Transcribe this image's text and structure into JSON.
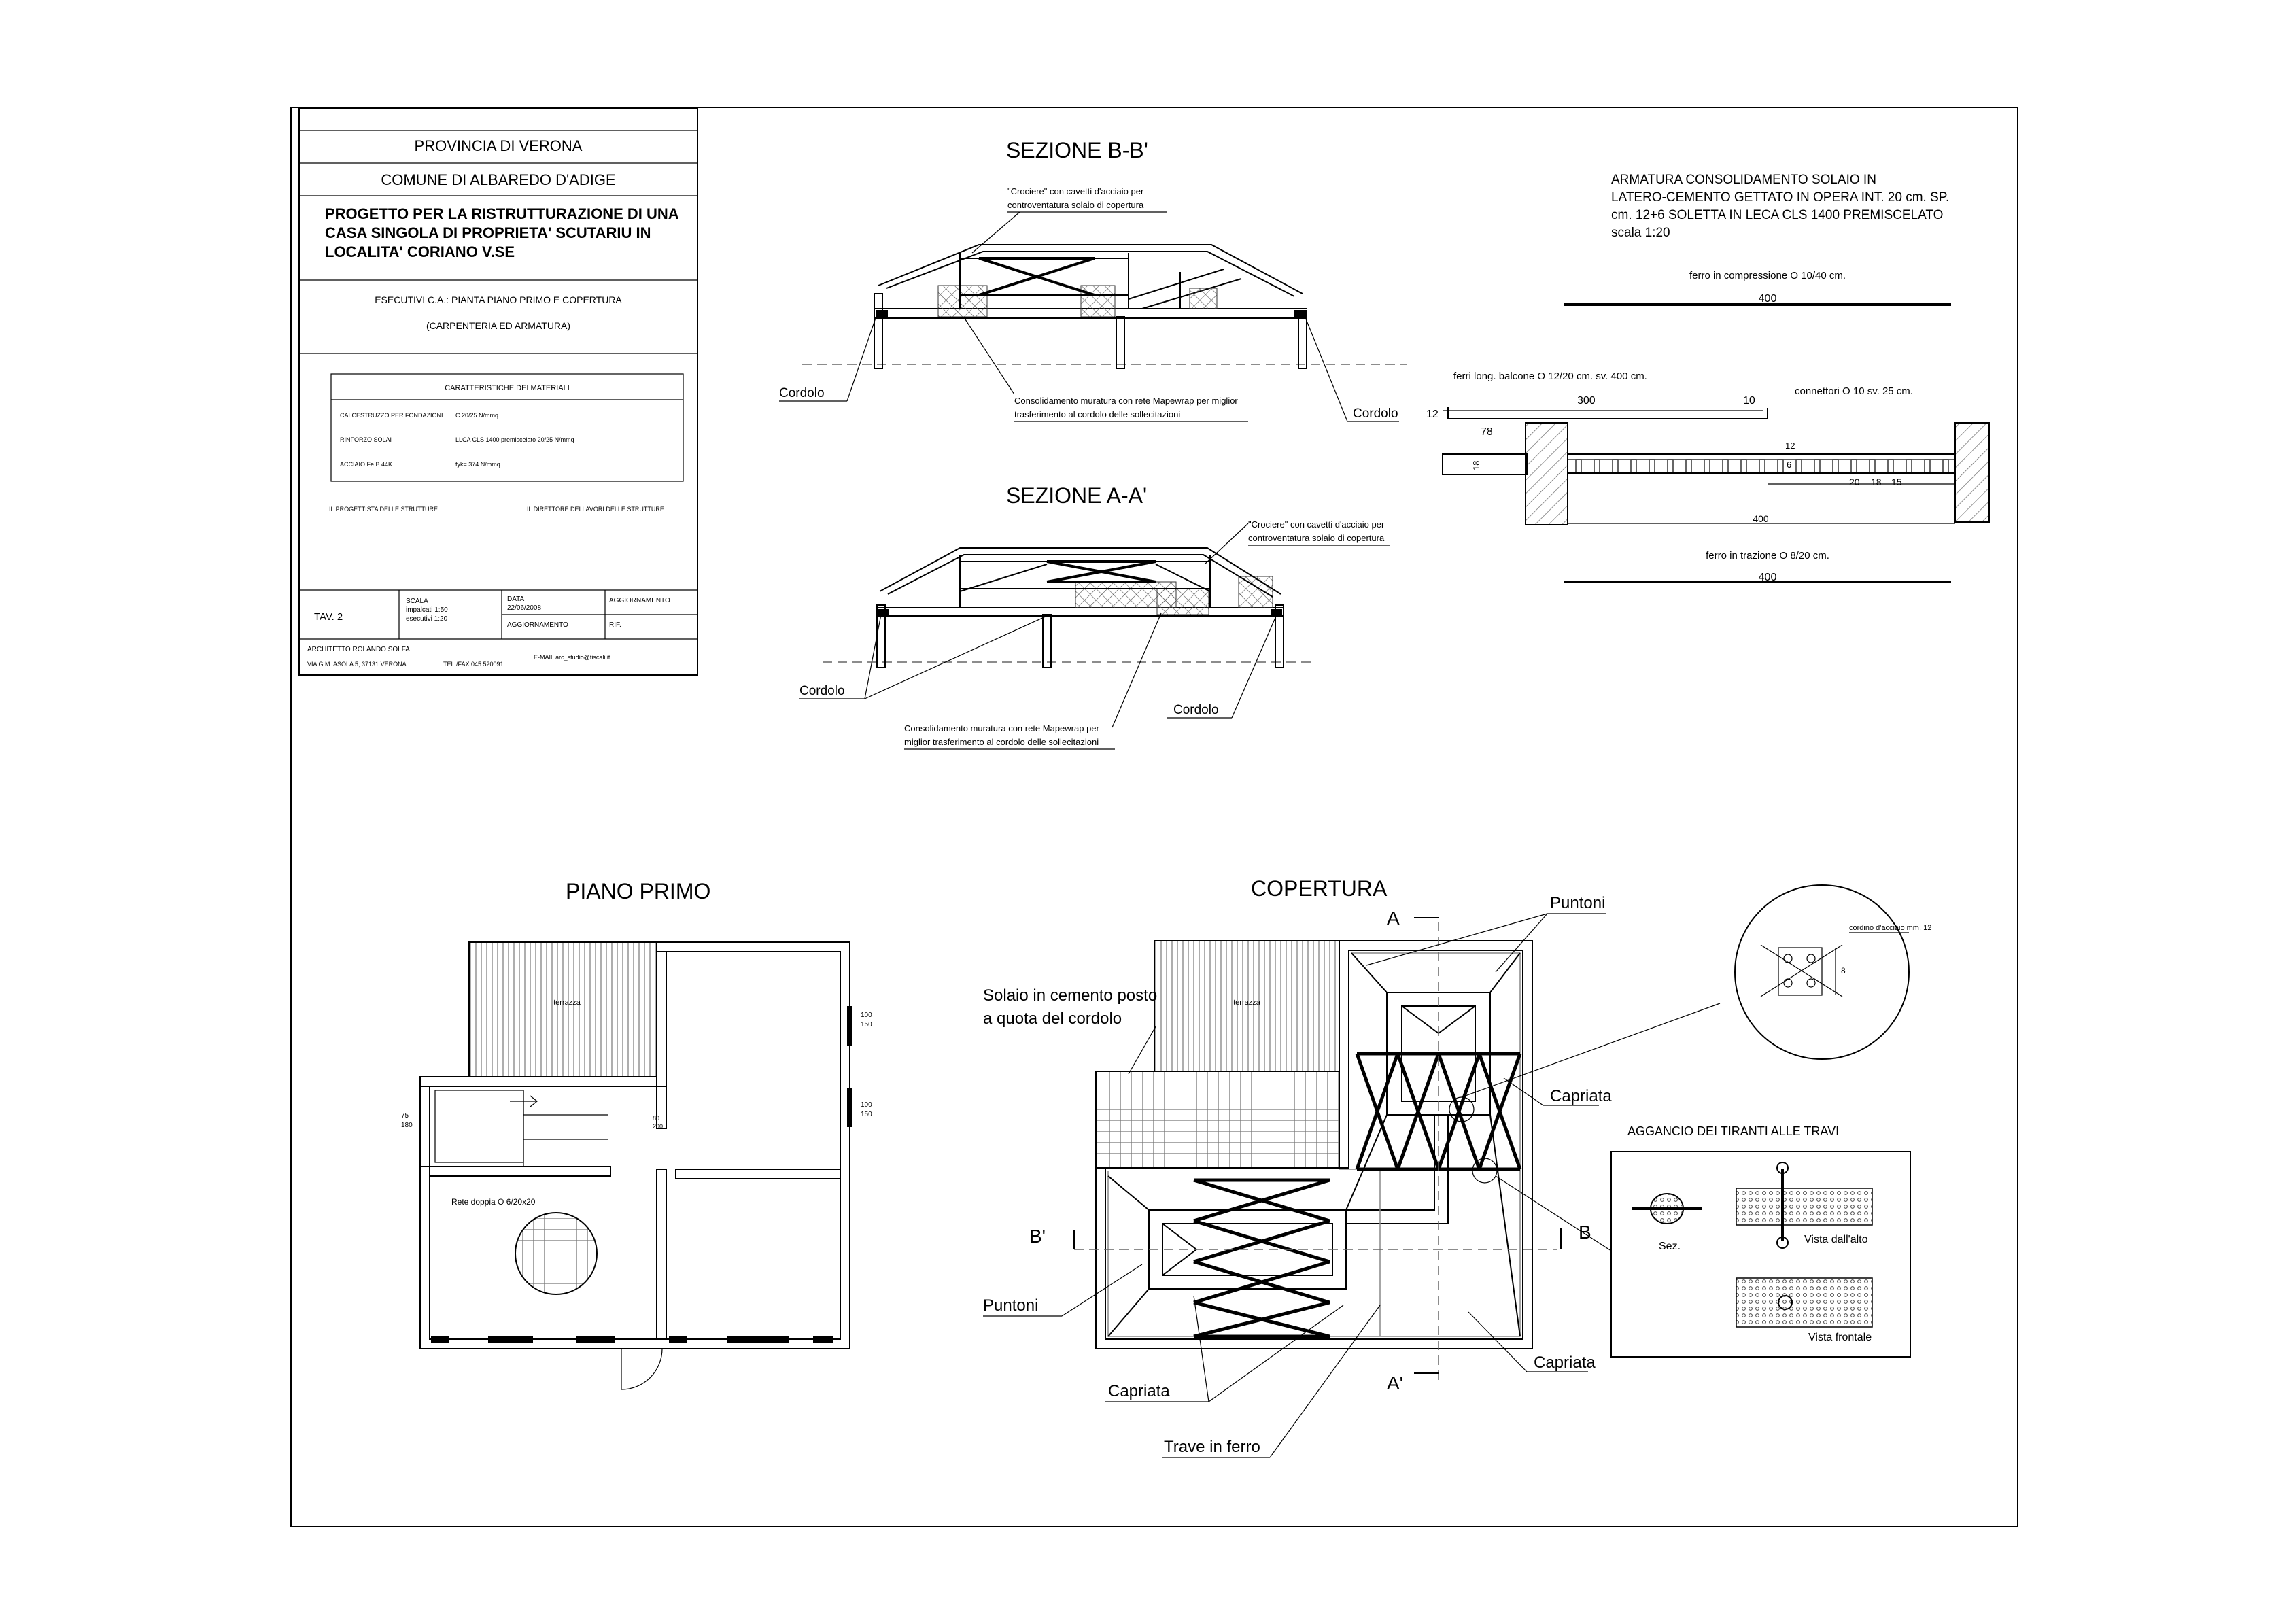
{
  "title_block": {
    "line1": "PROVINCIA DI VERONA",
    "line2": "COMUNE DI ALBAREDO D'ADIGE",
    "project": [
      "PROGETTO PER LA RISTRUTTURAZIONE DI UNA",
      "CASA SINGOLA DI PROPRIETA' SCUTARIU IN",
      "LOCALITA' CORIANO V.SE"
    ],
    "subject1": "ESECUTIVI C.A.: PIANTA PIANO PRIMO E COPERTURA",
    "subject2": "(CARPENTERIA ED ARMATURA)",
    "materials": {
      "title": "CARATTERISTICHE DEI MATERIALI",
      "rows": [
        {
          "label": "CALCESTRUZZO PER FONDAZIONI",
          "value": "C 20/25 N/mmq"
        },
        {
          "label": "RINFORZO SOLAI",
          "value": "LLCA CLS 1400 premiscelato 20/25 N/mmq"
        },
        {
          "label": "ACCIAIO Fe B 44K",
          "value": "fyk= 374 N/mmq"
        }
      ]
    },
    "sig_left": "IL PROGETTISTA DELLE STRUTTURE",
    "sig_right": "IL DIRETTORE DEI LAVORI DELLE STRUTTURE",
    "tav": "TAV. 2",
    "scala_label": "SCALA",
    "scala_1": "impalcati 1:50",
    "scala_2": "esecutivi 1:20",
    "data_label": "DATA",
    "data_value": "22/06/2008",
    "aggiornamento_1": "AGGIORNAMENTO",
    "aggiornamento_2": "AGGIORNAMENTO",
    "rif": "RIF.",
    "architect": "ARCHITETTO ROLANDO SOLFA",
    "address": "VIA G.M. ASOLA 5, 37131 VERONA",
    "tel": "TEL./FAX 045 520091",
    "email": "E-MAIL arc_studio@tiscali.it"
  },
  "sezione_bb": {
    "title": "SEZIONE B-B'",
    "note1": [
      "\"Crociere\" con cavetti d'acciaio per",
      "controventatura solaio di copertura"
    ],
    "cordolo_left": "Cordolo",
    "cordolo_right": "Cordolo",
    "note2": [
      "Consolidamento muratura con rete Mapewrap per miglior",
      "trasferimento al cordolo delle sollecitazioni"
    ]
  },
  "sezione_aa": {
    "title": "SEZIONE A-A'",
    "note1": [
      "\"Crociere\" con cavetti d'acciaio per",
      "controventatura solaio di copertura"
    ],
    "cordolo_left": "Cordolo",
    "cordolo_right": "Cordolo",
    "note2": [
      "Consolidamento muratura con rete Mapewrap per",
      "miglior trasferimento al cordolo delle sollecitazioni"
    ]
  },
  "armatura": {
    "title": [
      "ARMATURA CONSOLIDAMENTO SOLAIO IN",
      "LATERO-CEMENTO GETTATO IN OPERA INT. 20 cm. SP.",
      "cm. 12+6 SOLETTA IN LECA CLS 1400 PREMISCELATO",
      "scala 1:20"
    ],
    "ferro_compressione": "ferro in compressione O 10/40 cm.",
    "len_top": "400",
    "ferri_long": "ferri long. balcone O 12/20 cm. sv. 400 cm.",
    "connettori": "connettori O 10 sv. 25 cm.",
    "d12a": "12",
    "d300": "300",
    "d10": "10",
    "d78": "78",
    "d18": "18",
    "d12b": "12",
    "d6": "6",
    "d20": "20",
    "d18b": "18",
    "d15": "15",
    "d400mid": "400",
    "ferro_trazione": "ferro in trazione O 8/20 cm.",
    "len_bottom": "400"
  },
  "piano_primo": {
    "title": "PIANO PRIMO",
    "terrace": "terrazza",
    "rete": "Rete doppia O 6/20x20",
    "dim_100_1": "100",
    "dim_150_1": "150",
    "dim_100_2": "100",
    "dim_150_2": "150",
    "dim_75": "75",
    "dim_180": "180",
    "dim_80": "80",
    "dim_200": "200"
  },
  "copertura": {
    "title": "COPERTURA",
    "terrace": "terrazza",
    "solaio": [
      "Solaio in cemento posto",
      "a quota del cordolo"
    ],
    "puntoni_top": "Puntoni",
    "puntoni_left": "Puntoni",
    "capriata_r1": "Capriata",
    "capriata_r2": "Capriata",
    "capriata_bottom": "Capriata",
    "trave": "Trave in ferro",
    "sec_a": "A",
    "sec_a2": "A'",
    "sec_b": "B",
    "sec_b2": "B'",
    "cordino": "cordino d'acciaio mm. 12",
    "dim_8": "8"
  },
  "aggancio": {
    "title": "AGGANCIO DEI TIRANTI ALLE TRAVI",
    "sez": "Sez.",
    "vista_alto": "Vista dall'alto",
    "vista_frontale": "Vista frontale"
  }
}
